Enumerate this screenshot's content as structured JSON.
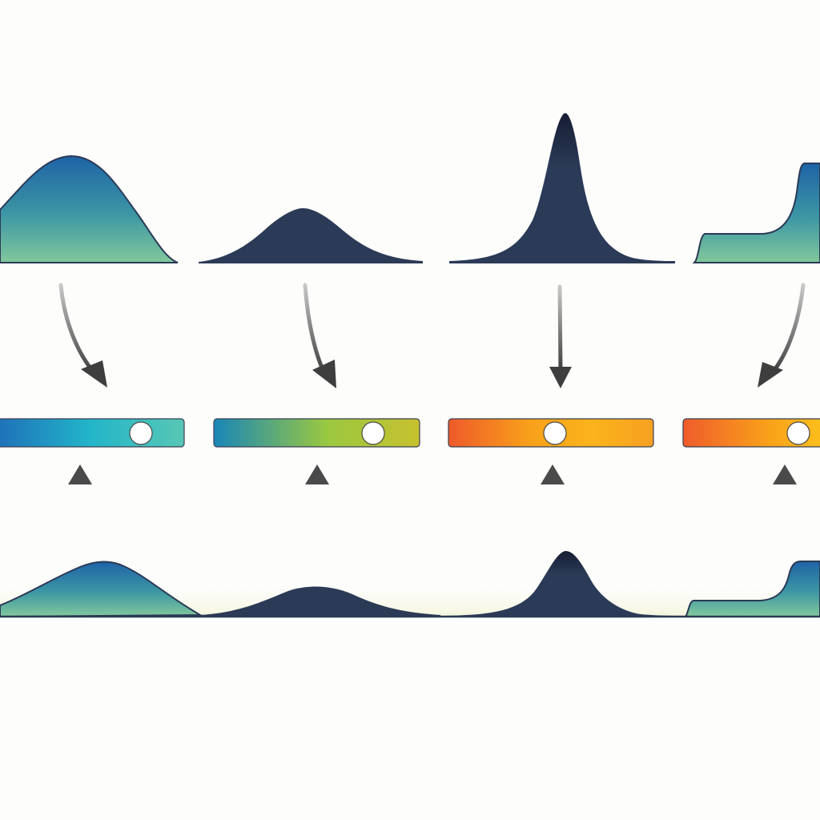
{
  "diagram": {
    "columns": [
      {
        "id": "col-1",
        "top_curve": {
          "shape": "wide-hump",
          "fill": "gradient-blue-teal"
        },
        "slider": {
          "gradient": [
            "#1f6fb8",
            "#22b5c9",
            "#58c7b5"
          ],
          "knob_position": 0.84
        },
        "arrow_down": "curved-arrow-icon",
        "arrow_up": "up-arrow-icon"
      },
      {
        "id": "col-2",
        "top_curve": {
          "shape": "medium-hump",
          "fill": "#2b3a56"
        },
        "slider": {
          "gradient": [
            "#1886b8",
            "#9ac840",
            "#c8c12f"
          ],
          "knob_position": 0.85
        },
        "arrow_down": "curved-arrow-icon",
        "arrow_up": "up-arrow-icon"
      },
      {
        "id": "col-3",
        "top_curve": {
          "shape": "narrow-peak",
          "fill": "#2b3a56"
        },
        "slider": {
          "gradient": [
            "#ee5a2a",
            "#f9a11a",
            "#fbb31b",
            "#f7a022"
          ],
          "knob_position": 0.52
        },
        "arrow_down": "straight-arrow-icon",
        "arrow_up": "up-arrow-icon"
      },
      {
        "id": "col-4",
        "top_curve": {
          "shape": "step",
          "fill": "gradient-blue-teal"
        },
        "slider": {
          "gradient": [
            "#ef5c2b",
            "#f9a21a",
            "#fcc21b"
          ],
          "knob_position": 0.85
        },
        "arrow_down": "curved-arrow-icon",
        "arrow_up": "up-arrow-icon"
      }
    ],
    "bottom_curve": {
      "shape": "combined-profile",
      "segments": 4
    },
    "colors": {
      "navy": "#2b3a56",
      "blue": "#2069a8",
      "teal": "#7cc49a",
      "arrow": "#555555",
      "knob": "#ffffff"
    }
  }
}
